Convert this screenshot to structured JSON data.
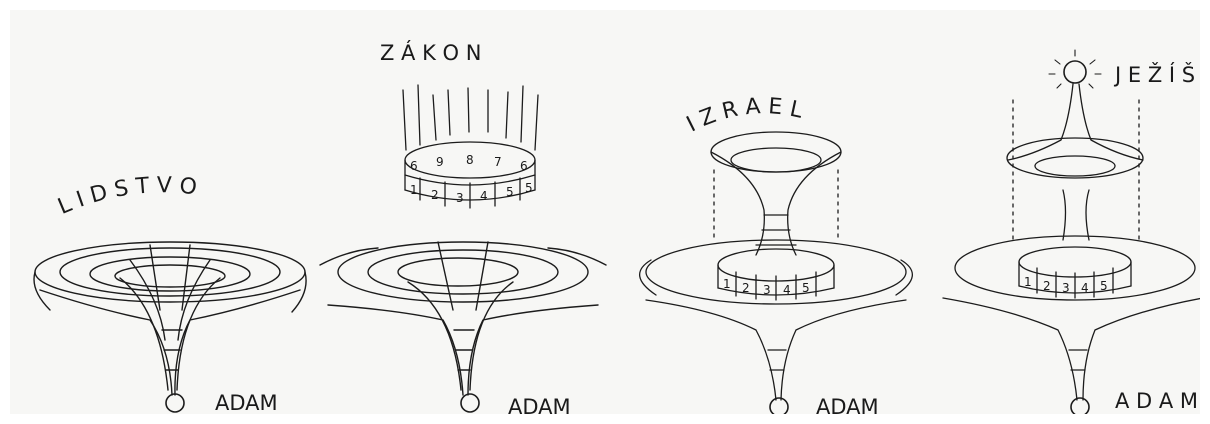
{
  "panels": [
    {
      "arc_label": "L I D S T V O",
      "foot_label": "ADAM"
    },
    {
      "top_label": "Z Á K O N",
      "foot_label": "ADAM",
      "ring_top": [
        "6",
        "9",
        "8",
        "7",
        "6"
      ],
      "ring_bottom": [
        "1",
        "2",
        "3",
        "4",
        "5"
      ]
    },
    {
      "arc_label": "I Z R A E L",
      "foot_label": "ADAM",
      "ring_bottom": [
        "1",
        "2",
        "3",
        "4",
        "5"
      ]
    },
    {
      "top_label": "J E Ž Í Š",
      "foot_label": "A D A M",
      "ring_bottom": [
        "1",
        "2",
        "3",
        "4",
        "5"
      ]
    }
  ]
}
